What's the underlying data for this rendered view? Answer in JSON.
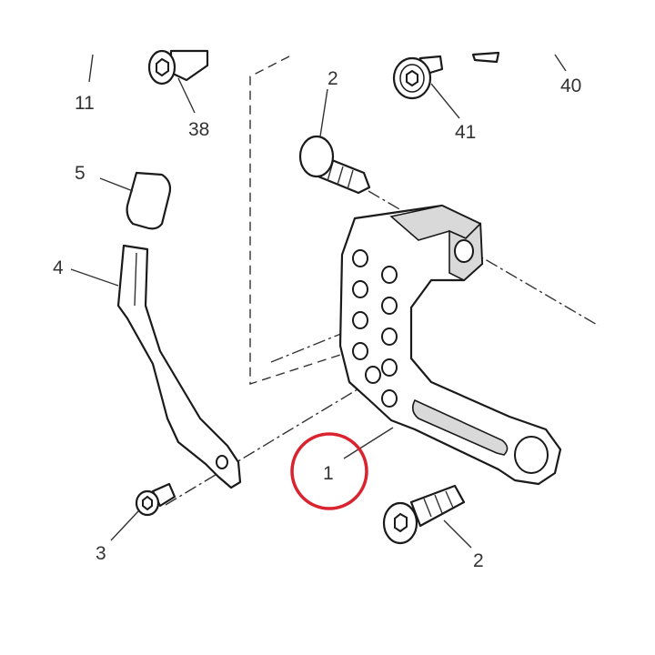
{
  "diagram": {
    "callouts": {
      "c11": "11",
      "c38": "38",
      "c2_top": "2",
      "c41": "41",
      "c40": "40",
      "c5": "5",
      "c4": "4",
      "c1": "1",
      "c3": "3",
      "c2_bottom": "2"
    },
    "highlight": {
      "target_callout": "1",
      "ring_color": "#d9232e"
    }
  }
}
